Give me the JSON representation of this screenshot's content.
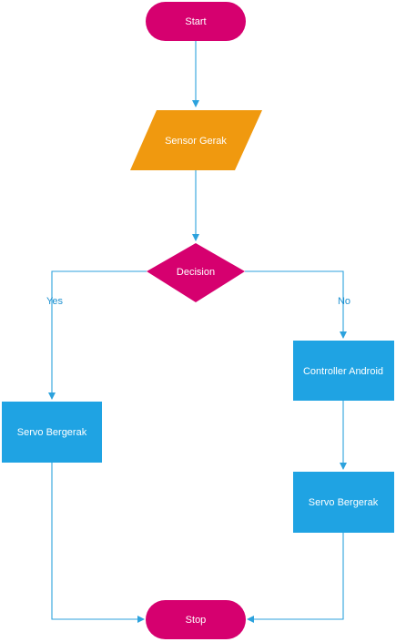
{
  "diagram": {
    "colors": {
      "terminal": "#d6006f",
      "decision": "#d6006f",
      "io": "#f0990f",
      "process": "#1fa3e3",
      "connector": "#2ca2dd",
      "label": "#1a8fd0"
    },
    "nodes": {
      "start": {
        "label": "Start",
        "shape": "terminal"
      },
      "sensor": {
        "label": "Sensor Gerak",
        "shape": "parallelogram"
      },
      "decision": {
        "label": "Decision",
        "shape": "diamond"
      },
      "servo_left": {
        "label": "Servo Bergerak",
        "shape": "rectangle"
      },
      "controller": {
        "label": "Controller Android",
        "shape": "rectangle"
      },
      "servo_right": {
        "label": "Servo Bergerak",
        "shape": "rectangle"
      },
      "stop": {
        "label": "Stop",
        "shape": "terminal"
      }
    },
    "edges": {
      "yes_label": "Yes",
      "no_label": "No"
    }
  }
}
